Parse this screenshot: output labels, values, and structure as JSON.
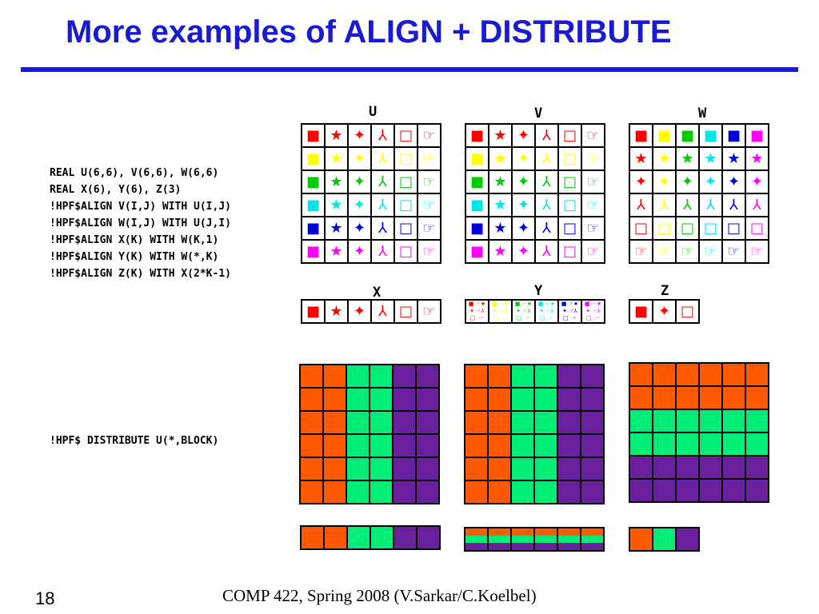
{
  "slide": {
    "title": "More examples of ALIGN + DISTRIBUTE",
    "page_number": "18",
    "footer": "COMP 422, Spring 2008 (V.Sarkar/C.Koelbel)"
  },
  "code_align": "REAL U(6,6), V(6,6), W(6,6)\nREAL X(6), Y(6), Z(3)\n!HPF$ALIGN V(I,J) WITH U(I,J)\n!HPF$ALIGN W(I,J) WITH U(J,I)\n!HPF$ALIGN X(K) WITH W(K,1)\n!HPF$ALIGN Y(K) WITH W(*,K)\n!HPF$ALIGN Z(K) WITH X(2*K-1)",
  "code_distribute": "!HPF$ DISTRIBUTE U(*,BLOCK)",
  "labels": {
    "U": "U",
    "V": "V",
    "W": "W",
    "X": "X",
    "Y": "Y",
    "Z": "Z"
  },
  "palette": {
    "row_colors": [
      "#ff0000",
      "#ffff00",
      "#00cc00",
      "#00e5e5",
      "#0000dd",
      "#ff00ff"
    ],
    "proc_colors": [
      "#ff5a00",
      "#00ee77",
      "#6a1f9c"
    ]
  },
  "symbols": {
    "names": [
      "filled-square-icon",
      "star-icon",
      "four-point-star-icon",
      "tri-star-icon",
      "open-square-icon",
      "pointing-hand-icon"
    ],
    "glyphs": [
      "■",
      "★",
      "✦",
      "⅄",
      "□",
      "☞"
    ]
  }
}
